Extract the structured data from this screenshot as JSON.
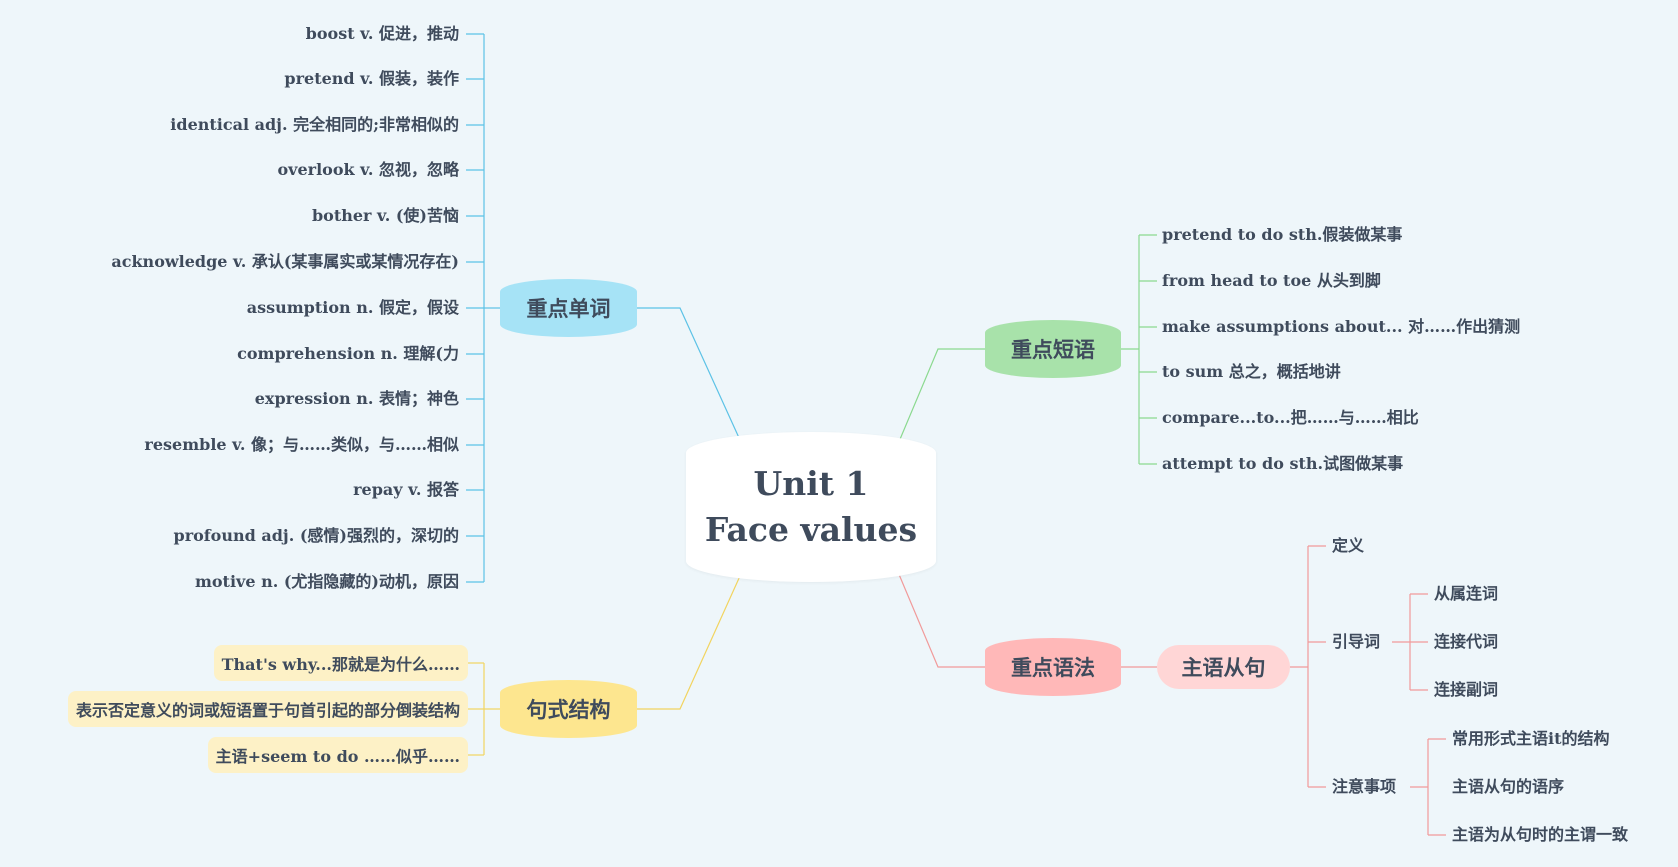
{
  "colors": {
    "background": "#eef6fa",
    "vocab": "#a6e3f6",
    "phrases": "#a8e2aa",
    "grammar": "#ffb8b8",
    "subject_clause": "#ffd6d6",
    "sentence": "#fde68f",
    "sentence_leaf": "#fdf1c6",
    "vocab_line": "#5cc2e6",
    "phrases_line": "#8bd98f",
    "grammar_line": "#f19a9a",
    "sentence_line": "#f2d45f"
  },
  "center": {
    "line1": "Unit 1",
    "line2": "Face values"
  },
  "vocab": {
    "label": "重点单词",
    "items": [
      "boost v. 促进，推动",
      "pretend v. 假装，装作",
      "identical adj. 完全相同的;非常相似的",
      "overlook v. 忽视，忽略",
      "bother v. (使)苦恼",
      "acknowledge v. 承认(某事属实或某情况存在)",
      "assumption n. 假定，假设",
      "comprehension n. 理解(力",
      "expression n. 表情；神色",
      "resemble v. 像；与……类似，与……相似",
      "repay v. 报答",
      "profound adj. (感情)强烈的，深切的",
      "motive n. (尤指隐藏的)动机，原因"
    ]
  },
  "phrases": {
    "label": "重点短语",
    "items": [
      "pretend to do sth.假装做某事",
      "from head to toe 从头到脚",
      "make assumptions about... 对……作出猜测",
      "to sum 总之，概括地讲",
      "compare...to...把……与……相比",
      "attempt to do sth.试图做某事"
    ]
  },
  "grammar": {
    "label": "重点语法",
    "child": {
      "label": "主语从句",
      "items": [
        {
          "label": "定义",
          "children": []
        },
        {
          "label": "引导词",
          "children": [
            "从属连词",
            "连接代词",
            "连接副词"
          ]
        },
        {
          "label": "注意事项",
          "children": [
            "常用形式主语it的结构",
            "主语从句的语序",
            "主语为从句时的主谓一致"
          ]
        }
      ]
    }
  },
  "sentence": {
    "label": "句式结构",
    "items": [
      "That's why...那就是为什么……",
      "表示否定意义的词或短语置于句首引起的部分倒装结构",
      "主语+seem to do ……似乎……"
    ]
  }
}
